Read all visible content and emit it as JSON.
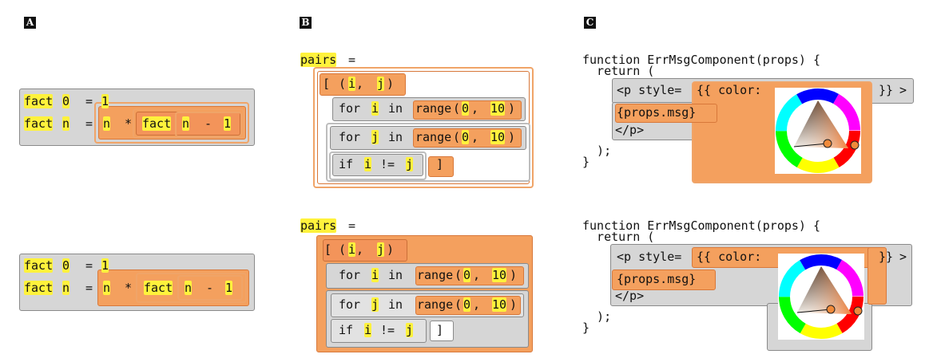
{
  "panels": {
    "a": {
      "label": "A"
    },
    "b": {
      "label": "B"
    },
    "c": {
      "label": "C"
    }
  },
  "panel_a": {
    "line1": {
      "fn": "fact",
      "arg": "0",
      "eq": "=",
      "val": "1"
    },
    "line2": {
      "fn": "fact",
      "arg": "n",
      "eq": "=",
      "n": "n",
      "op": "*",
      "fn2": "fact",
      "n2": "n",
      "minus": "-",
      "one": "1"
    }
  },
  "panel_b": {
    "var": "pairs",
    "eq": "=",
    "open": "[",
    "tuple_open": "(",
    "i": "i",
    "comma": ",",
    "j": "j",
    "tuple_close": ")",
    "for1": {
      "kw": "for",
      "var": "i",
      "in": "in",
      "fn": "range",
      "lo": "0",
      "hi": "10"
    },
    "for2": {
      "kw": "for",
      "var": "j",
      "in": "in",
      "fn": "range",
      "lo": "0",
      "hi": "10"
    },
    "cond": {
      "kw": "if",
      "left": "i",
      "op": "!=",
      "right": "j"
    },
    "close": "]"
  },
  "panel_c": {
    "line1": "function ErrMsgComponent(props) {",
    "line2": "  return (",
    "tag_open": "<p style=",
    "obj_open": "{{ color:",
    "obj_close": "}}",
    "gt": ">",
    "props": "{props.msg}",
    "tag_close": "</p>",
    "line_end1": "  );",
    "line_end2": "}"
  },
  "colors": {
    "orange": "#f4a05e",
    "gray": "#d6d6d6",
    "yellow": "#fff23c"
  }
}
